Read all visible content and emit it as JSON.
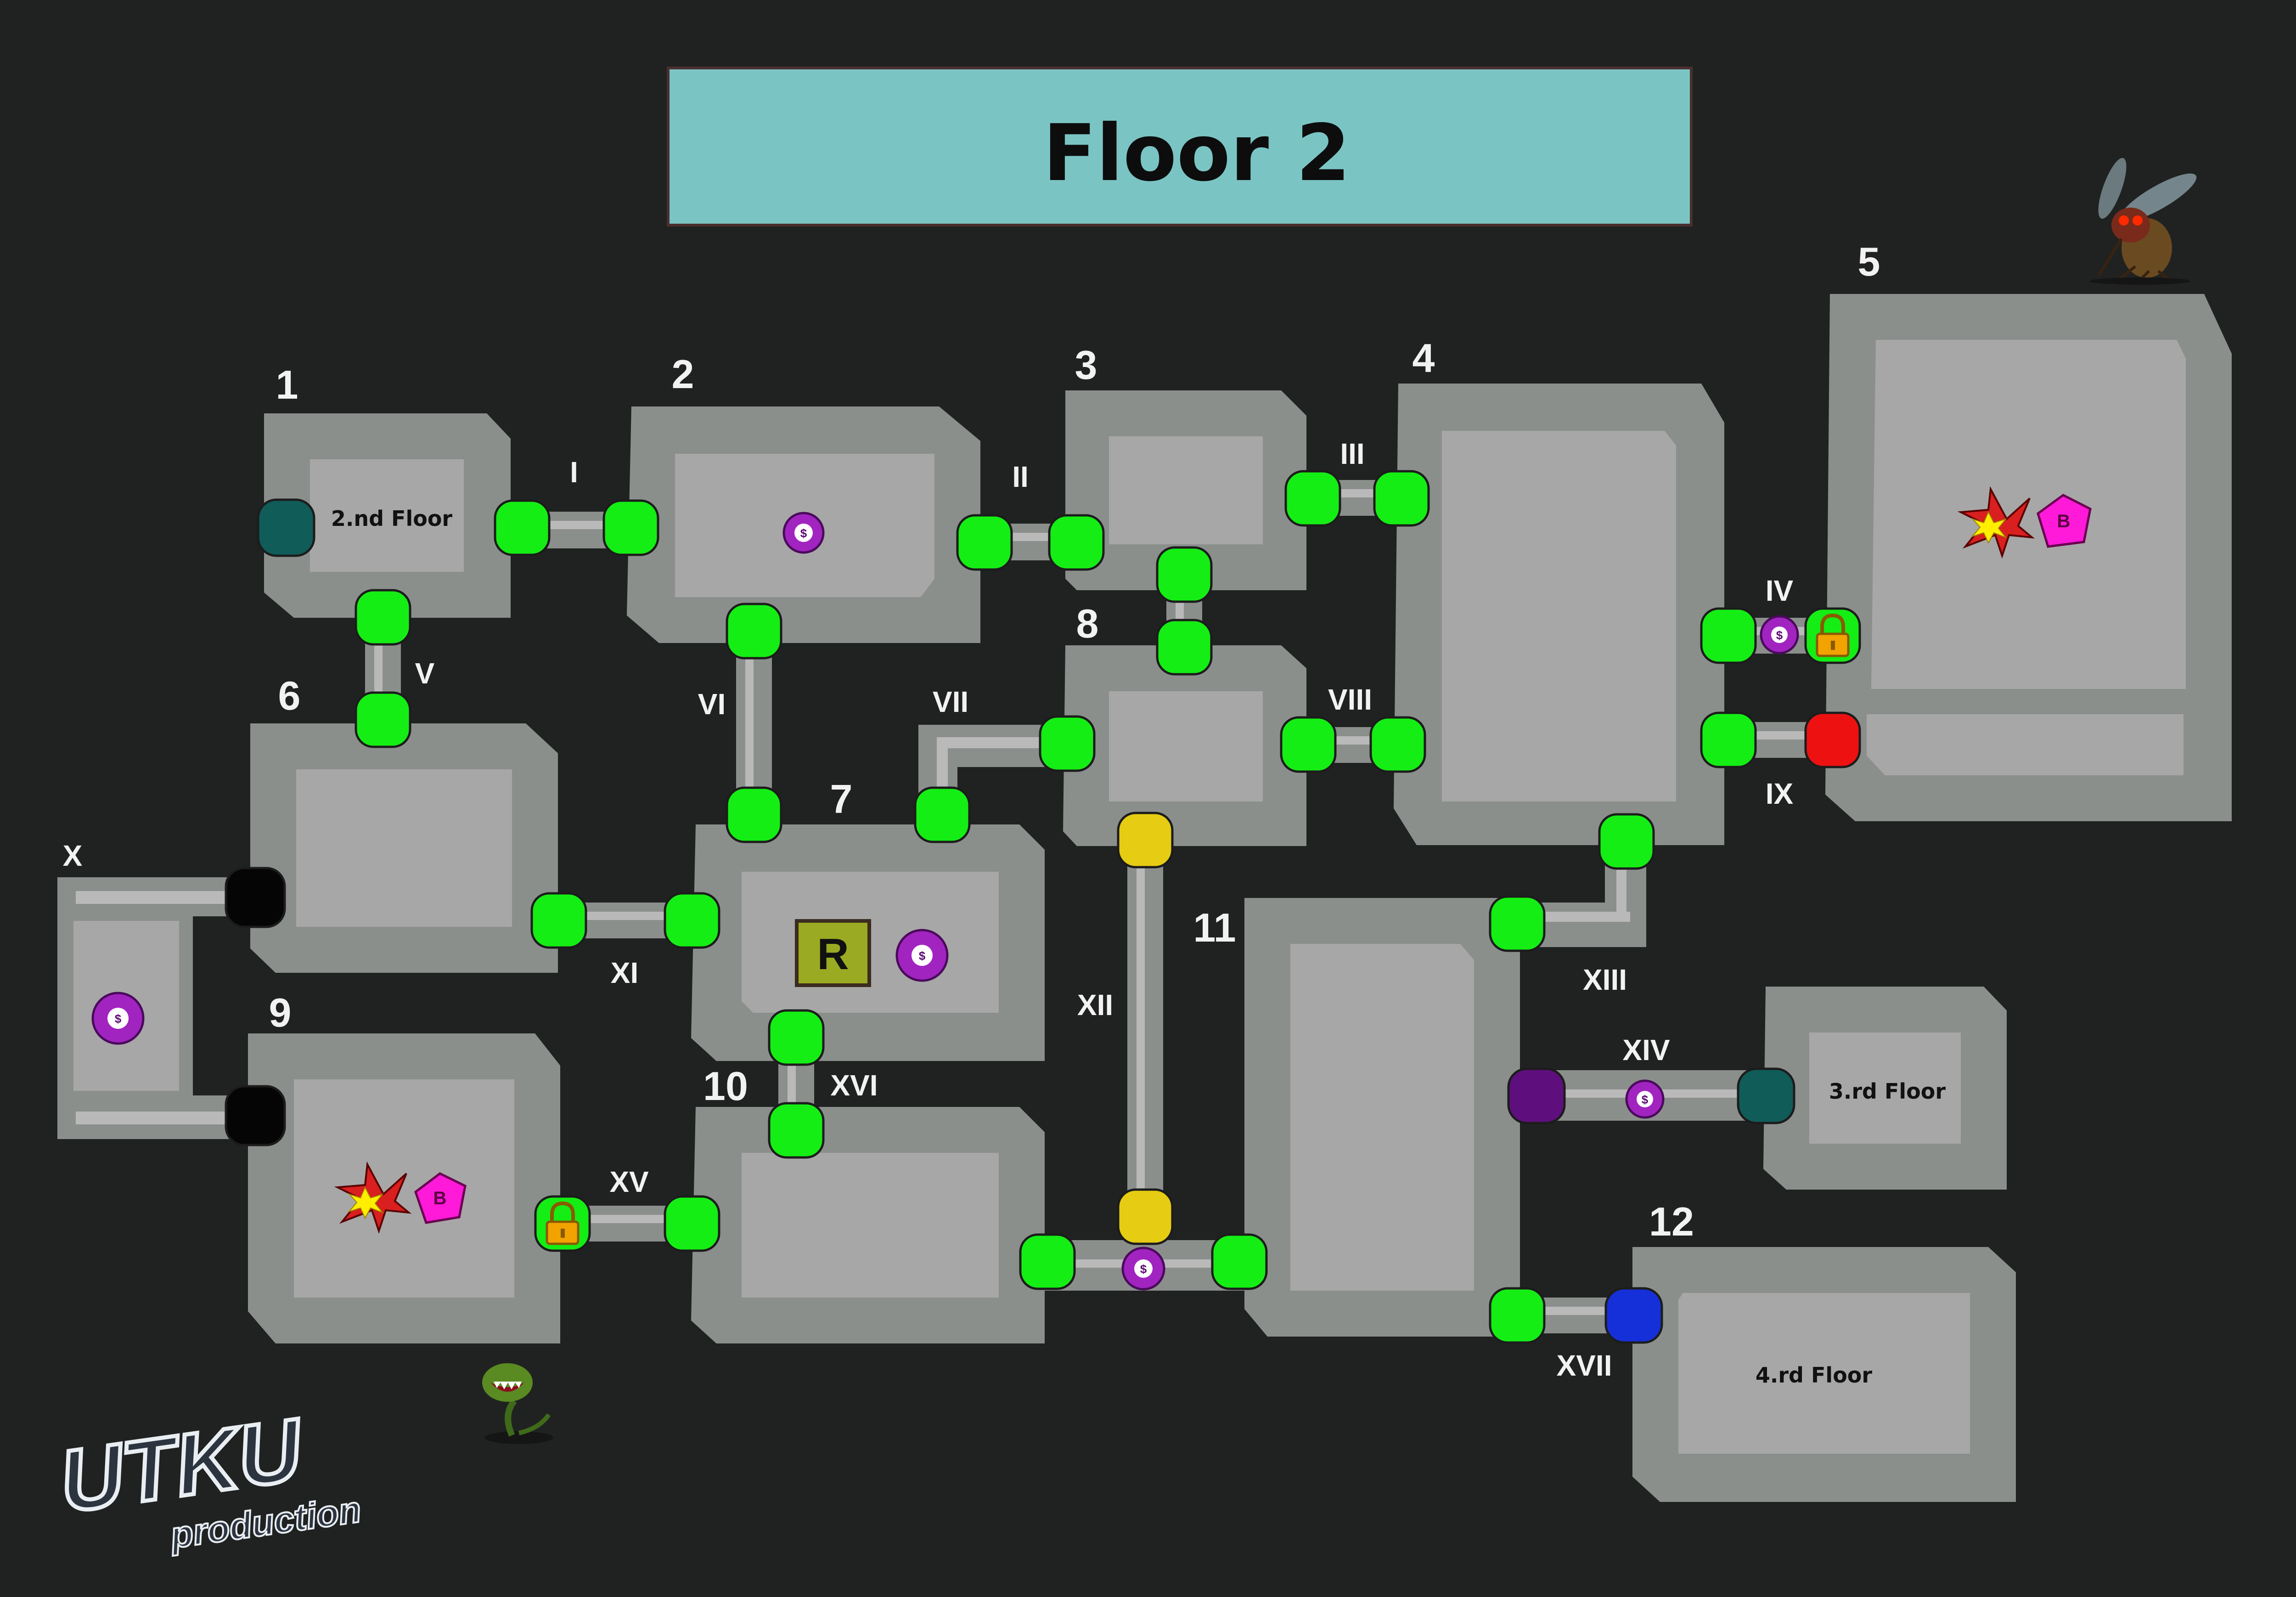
{
  "title": "Floor 2",
  "colors": {
    "background": "#202221",
    "banner": "#7bc4c4",
    "wall": "#8b8f8c",
    "floor": "#a7a7a7",
    "door_open": "#14ee14",
    "door_black": "#050505",
    "door_red": "#ee1111",
    "door_yellow": "#e6cc12",
    "door_teal": "#0f5c59",
    "door_purple": "#5e0f7d",
    "door_blue": "#1530d8",
    "coin": "#a124c0",
    "boss": "#ff1ad9",
    "relic": "#9aaa22",
    "lock": "#f2a300"
  },
  "rooms": [
    {
      "label": "1",
      "text": "2.nd Floor"
    },
    {
      "label": "2"
    },
    {
      "label": "3"
    },
    {
      "label": "4"
    },
    {
      "label": "5"
    },
    {
      "label": "6"
    },
    {
      "label": "7"
    },
    {
      "label": "8"
    },
    {
      "label": "9"
    },
    {
      "label": "10"
    },
    {
      "label": "11"
    },
    {
      "label": "12",
      "text": "4.rd Floor"
    },
    {
      "label": "",
      "text": "3.rd Floor"
    }
  ],
  "corridors": [
    "I",
    "II",
    "III",
    "IV",
    "V",
    "VI",
    "VII",
    "VIII",
    "IX",
    "X",
    "XI",
    "XII",
    "XIII",
    "XIV",
    "XV",
    "XVI",
    "XVII"
  ],
  "markers": {
    "coin": "$",
    "boss": "B",
    "relic": "R"
  },
  "icons": [
    "explosion-icon",
    "boss-icon",
    "coin-icon",
    "lock-icon",
    "relic-icon",
    "mosquito-monster-icon",
    "plant-monster-icon"
  ],
  "logo": {
    "main": "UTKU",
    "sub": "production"
  }
}
